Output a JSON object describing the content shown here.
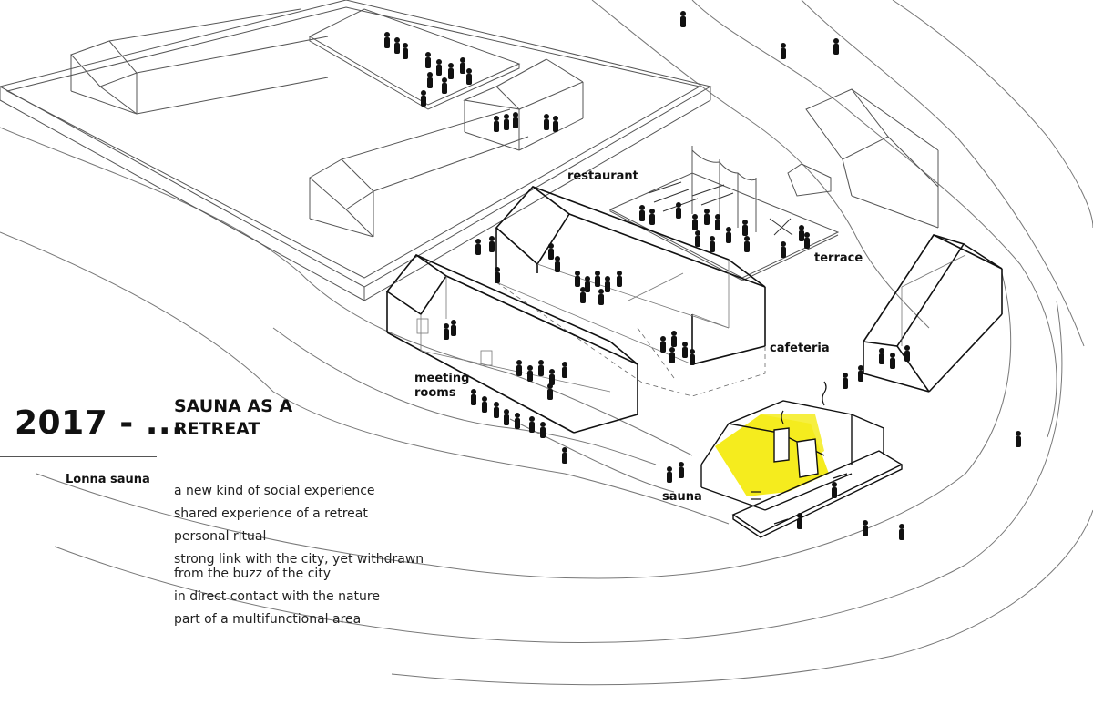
{
  "heading": {
    "year": "2017 - ...",
    "title_line1": "SAUNA AS A",
    "title_line2": "RETREAT",
    "subtitle": "Lonna sauna"
  },
  "points": [
    "a new kind of social experience",
    "shared experience of a retreat",
    "personal ritual",
    "strong link with the city, yet withdrawn from the buzz of the city",
    "in direct contact with the nature",
    "part of a multifunctional area"
  ],
  "labels": {
    "restaurant": "restaurant",
    "terrace": "terrace",
    "cafeteria": "cafeteria",
    "meeting_line1": "meeting",
    "meeting_line2": "rooms",
    "sauna": "sauna"
  },
  "colors": {
    "highlight": "#f5ec1e",
    "line": "#555555",
    "ink": "#111111"
  }
}
